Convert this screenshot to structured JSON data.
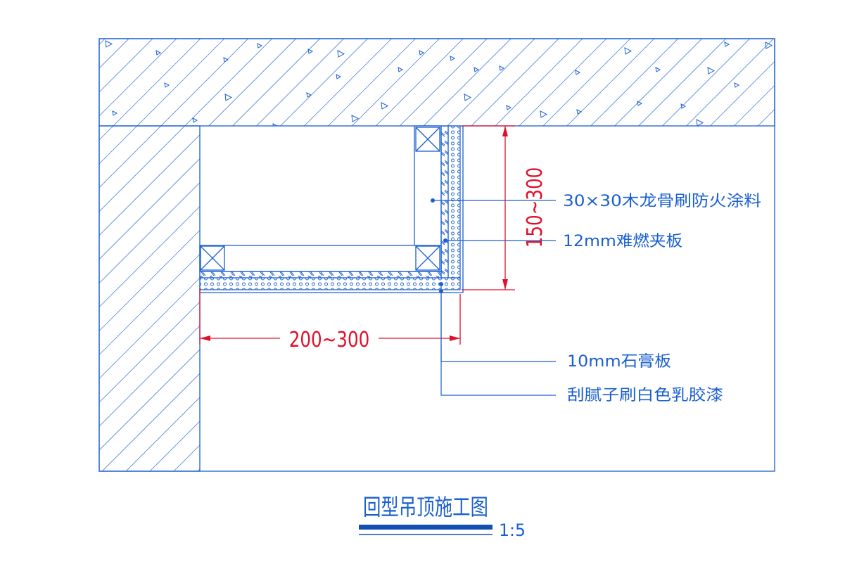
{
  "colors": {
    "line": "#1a5fd0",
    "dimension": "#e0102a",
    "title_bar": "#1450b4",
    "background": "#ffffff"
  },
  "labels": {
    "keel": "30×30木龙骨刷防火涂料",
    "plywood": "12mm难燃夹板",
    "gypsum": "10mm石膏板",
    "paint": "刮腻子刷白色乳胶漆"
  },
  "dimensions": {
    "width": "200~300",
    "height": "150~300"
  },
  "title": {
    "text": "回型吊顶施工图",
    "scale": "1:5"
  }
}
